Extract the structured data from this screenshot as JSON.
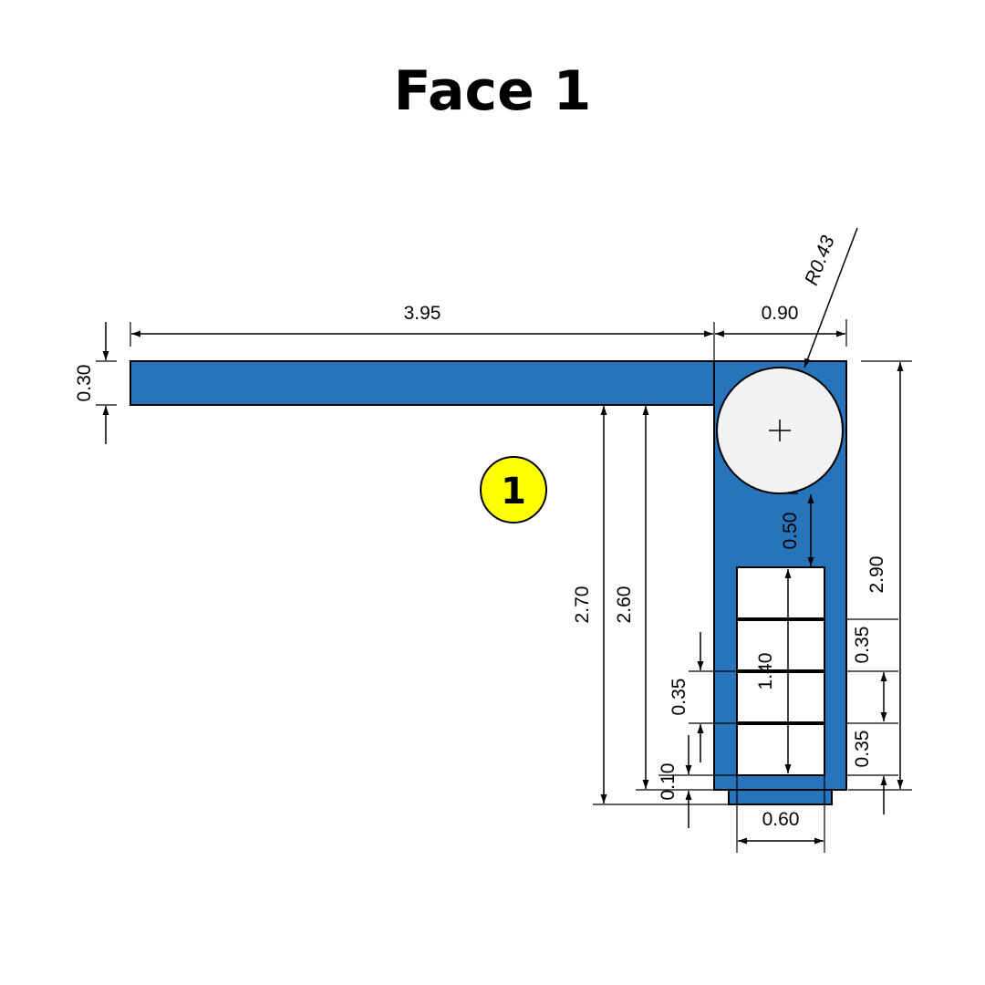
{
  "title": "Face 1",
  "balloon": "1",
  "colors": {
    "part_fill": "#2874bb",
    "balloon_fill": "#ffff00",
    "hole_fill": "#f2f2f2"
  },
  "dimensions": {
    "arm_length": "3.95",
    "head_width": "0.90",
    "arm_thickness": "0.30",
    "hole_radius": "R0.43",
    "hole_to_slot": "0.50",
    "total_height": "2.90",
    "depth_a": "2.70",
    "depth_b": "2.60",
    "slot_height": "1.40",
    "pitch_left": "0.35",
    "pitch_right_top": "0.35",
    "pitch_right_bottom": "0.35",
    "base_offset": "0.10",
    "slot_width": "0.60"
  }
}
